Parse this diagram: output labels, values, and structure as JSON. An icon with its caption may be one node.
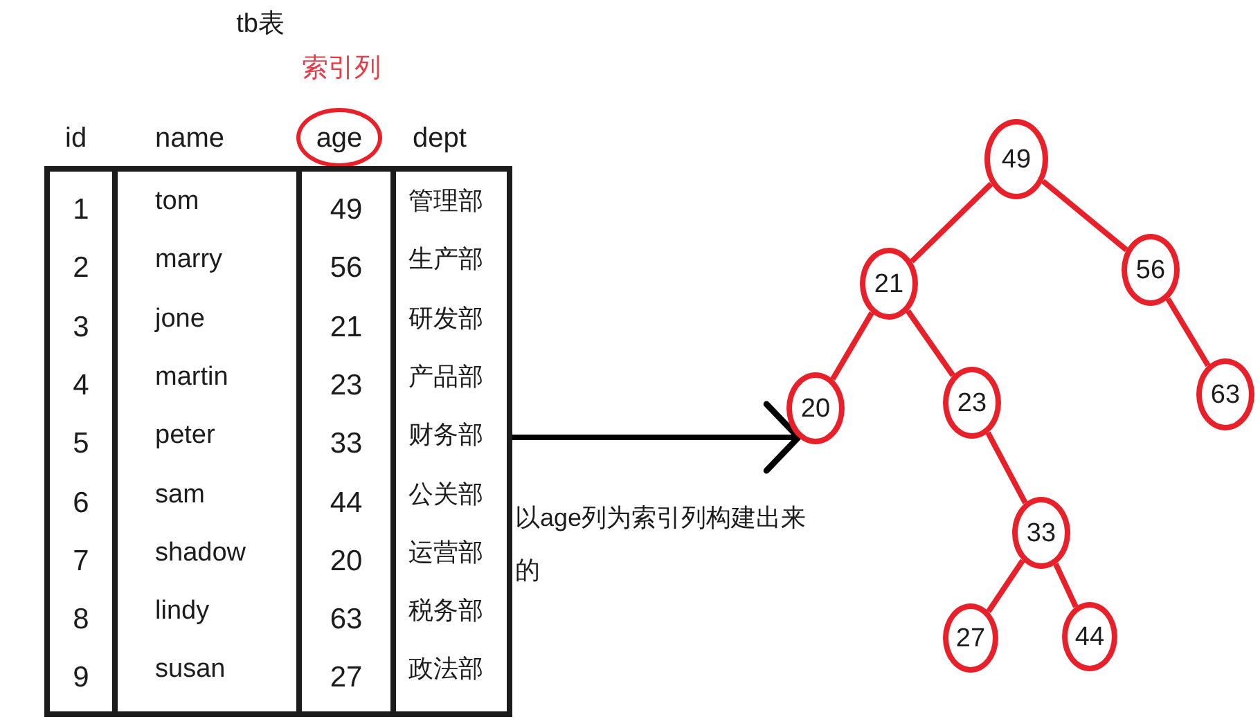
{
  "diagram": {
    "title": "tb表",
    "nodes": [
      {
        "text": [
          "age"
        ],
        "beside": [
          "索引列"
        ]
      },
      {
        "text": [],
        "shape": "box"
      },
      {
        "text": [
          "1",
          "2",
          "3",
          "4",
          "5",
          "6",
          "7",
          "8",
          "9"
        ],
        "in": 1
      },
      {
        "text": [
          "tom",
          "marry",
          "jone",
          "martin",
          "peter",
          "sam",
          "shadow",
          "lindy",
          "susan"
        ],
        "in": 1
      },
      {
        "text": [
          "49",
          "56",
          "21",
          "23",
          "33",
          "44",
          "20",
          "63",
          "27"
        ],
        "in": 1
      },
      {
        "text": [
          "管理部",
          "生产部",
          "研发部",
          "产品部",
          "财务部",
          "公关部",
          "运营部",
          "税务部",
          "政法部"
        ],
        "in": 1
      },
      {
        "text": [
          "49"
        ]
      },
      {
        "text": [
          "21"
        ]
      },
      {
        "text": [
          "56"
        ]
      },
      {
        "text": [
          "20"
        ]
      },
      {
        "text": [
          "23"
        ]
      },
      {
        "text": [
          "63"
        ]
      },
      {
        "text": [
          "33"
        ]
      },
      {
        "text": [
          "27"
        ]
      },
      {
        "text": [
          "44"
        ]
      }
    ],
    "edges": [
      {
        "from": 1,
        "to": 9,
        "arrow": "to",
        "label": "以age列为索引列构建出来的",
        "color": "#000000"
      },
      {
        "from": 6,
        "to": 7,
        "arrow": "none"
      },
      {
        "from": 6,
        "to": 8,
        "arrow": "none"
      },
      {
        "from": 7,
        "to": 9,
        "arrow": "none"
      },
      {
        "from": 7,
        "to": 10,
        "arrow": "none"
      },
      {
        "from": 8,
        "to": 11,
        "arrow": "none"
      },
      {
        "from": 10,
        "to": 12,
        "arrow": "none"
      },
      {
        "from": 12,
        "to": 13,
        "arrow": "none"
      },
      {
        "from": 12,
        "to": 14,
        "arrow": "none"
      }
    ],
    "labels": [
      "id",
      "name",
      "dept"
    ]
  }
}
